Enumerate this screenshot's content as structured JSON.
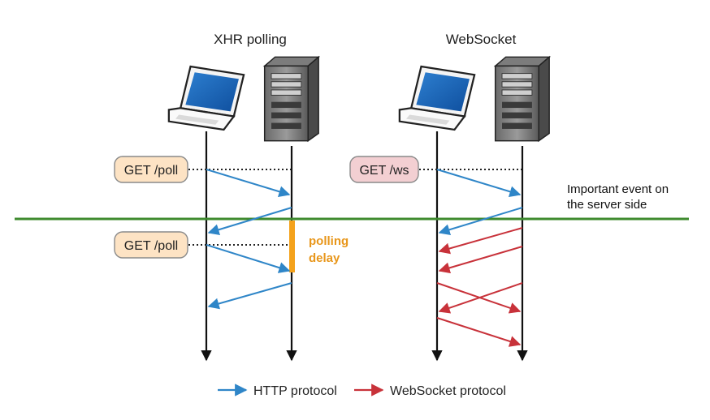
{
  "titles": {
    "xhr": "XHR polling",
    "ws": "WebSocket"
  },
  "requests": {
    "xhr_first": "GET /poll",
    "xhr_second": "GET /poll",
    "ws": "GET /ws"
  },
  "event_note": {
    "line1": "Important event on",
    "line2": "the server side"
  },
  "polling_delay": {
    "line1": "polling",
    "line2": "delay"
  },
  "legend": {
    "http": "HTTP protocol",
    "ws": "WebSocket protocol"
  },
  "colors": {
    "http_arrow": "#2f86c8",
    "ws_arrow": "#c8323a",
    "event_line": "#3e8a2e",
    "polling_delay": "#f4a21c",
    "get_poll_fill": "#fde3c4",
    "get_ws_fill": "#f3cfd2",
    "timeline": "#111111"
  },
  "icons": {
    "client": "laptop-icon",
    "server": "server-icon"
  }
}
